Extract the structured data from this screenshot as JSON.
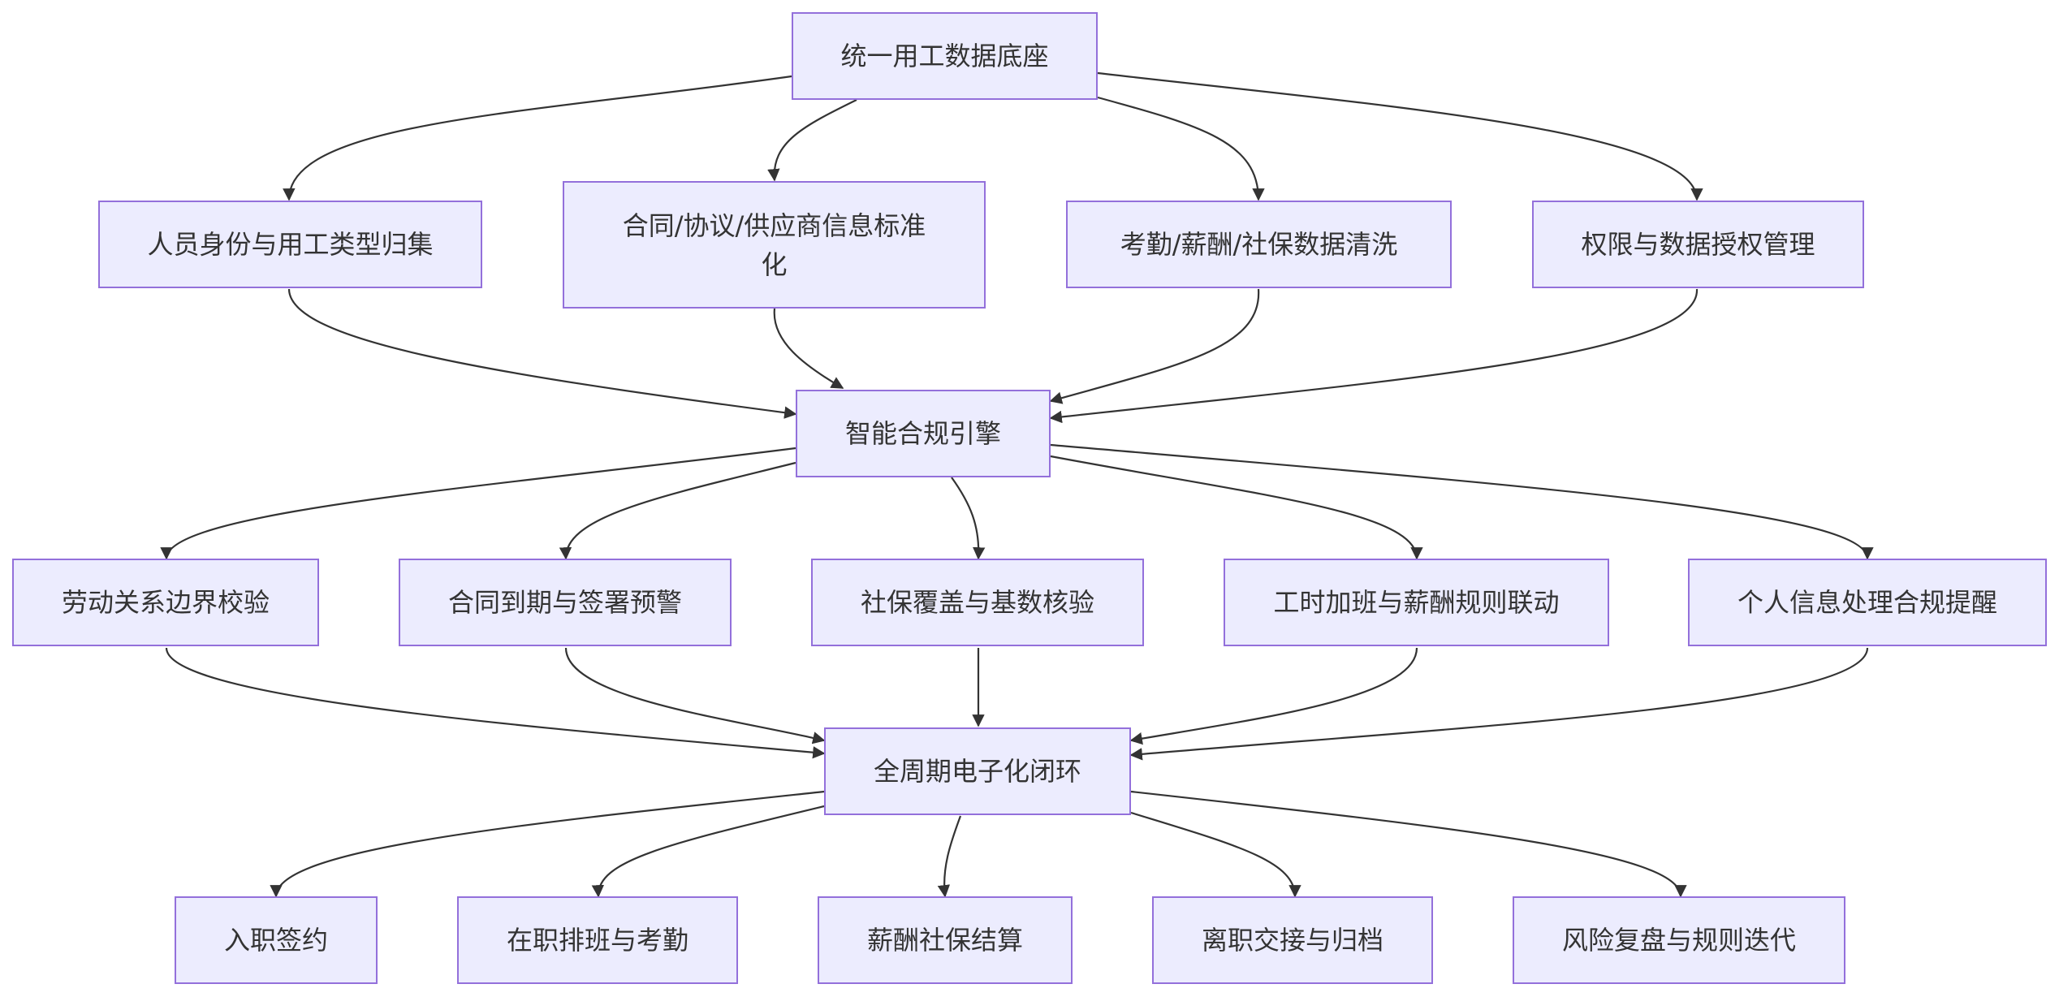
{
  "diagram": {
    "colors": {
      "node_fill": "#ececfe",
      "node_border": "#9370db",
      "edge": "#333333",
      "text": "#333333"
    },
    "nodes": {
      "root": "统一用工数据底座",
      "identity": "人员身份与用工类型归集",
      "contract_std": "合同/协议/供应商信息标准化",
      "attendance_clean": "考勤/薪酬/社保数据清洗",
      "permission": "权限与数据授权管理",
      "engine": "智能合规引擎",
      "labor_check": "劳动关系边界校验",
      "contract_alert": "合同到期与签署预警",
      "social_check": "社保覆盖与基数核验",
      "overtime_link": "工时加班与薪酬规则联动",
      "privacy_reminder": "个人信息处理合规提醒",
      "lifecycle": "全周期电子化闭环",
      "onboard": "入职签约",
      "scheduling": "在职排班与考勤",
      "payroll": "薪酬社保结算",
      "offboard": "离职交接与归档",
      "risk_review": "风险复盘与规则迭代"
    },
    "edges": [
      [
        "root",
        "identity"
      ],
      [
        "root",
        "contract_std"
      ],
      [
        "root",
        "attendance_clean"
      ],
      [
        "root",
        "permission"
      ],
      [
        "identity",
        "engine"
      ],
      [
        "contract_std",
        "engine"
      ],
      [
        "attendance_clean",
        "engine"
      ],
      [
        "permission",
        "engine"
      ],
      [
        "engine",
        "labor_check"
      ],
      [
        "engine",
        "contract_alert"
      ],
      [
        "engine",
        "social_check"
      ],
      [
        "engine",
        "overtime_link"
      ],
      [
        "engine",
        "privacy_reminder"
      ],
      [
        "labor_check",
        "lifecycle"
      ],
      [
        "contract_alert",
        "lifecycle"
      ],
      [
        "social_check",
        "lifecycle"
      ],
      [
        "overtime_link",
        "lifecycle"
      ],
      [
        "privacy_reminder",
        "lifecycle"
      ],
      [
        "lifecycle",
        "onboard"
      ],
      [
        "lifecycle",
        "scheduling"
      ],
      [
        "lifecycle",
        "payroll"
      ],
      [
        "lifecycle",
        "offboard"
      ],
      [
        "lifecycle",
        "risk_review"
      ]
    ]
  }
}
